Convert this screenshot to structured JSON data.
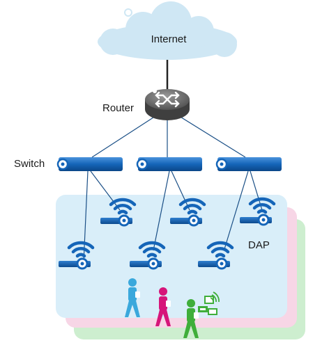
{
  "labels": {
    "internet": "Internet",
    "router": "Router",
    "switch": "Switch",
    "dap": "DAP"
  },
  "colors": {
    "cloud": "#cfe7f4",
    "router": "#6e6e6e",
    "switch": "#1565b8",
    "ap_wave": "#1565b8",
    "zone_blue": "#d9eef9",
    "zone_pink": "#f7d6e6",
    "zone_green": "#cdeecf",
    "person_blue": "#3aa8dc",
    "person_magenta": "#d6157a",
    "person_green": "#3fae3a"
  },
  "icons": [
    "cloud-icon",
    "router-icon",
    "switch-icon",
    "access-point-icon",
    "person-icon",
    "terminal-icon"
  ]
}
